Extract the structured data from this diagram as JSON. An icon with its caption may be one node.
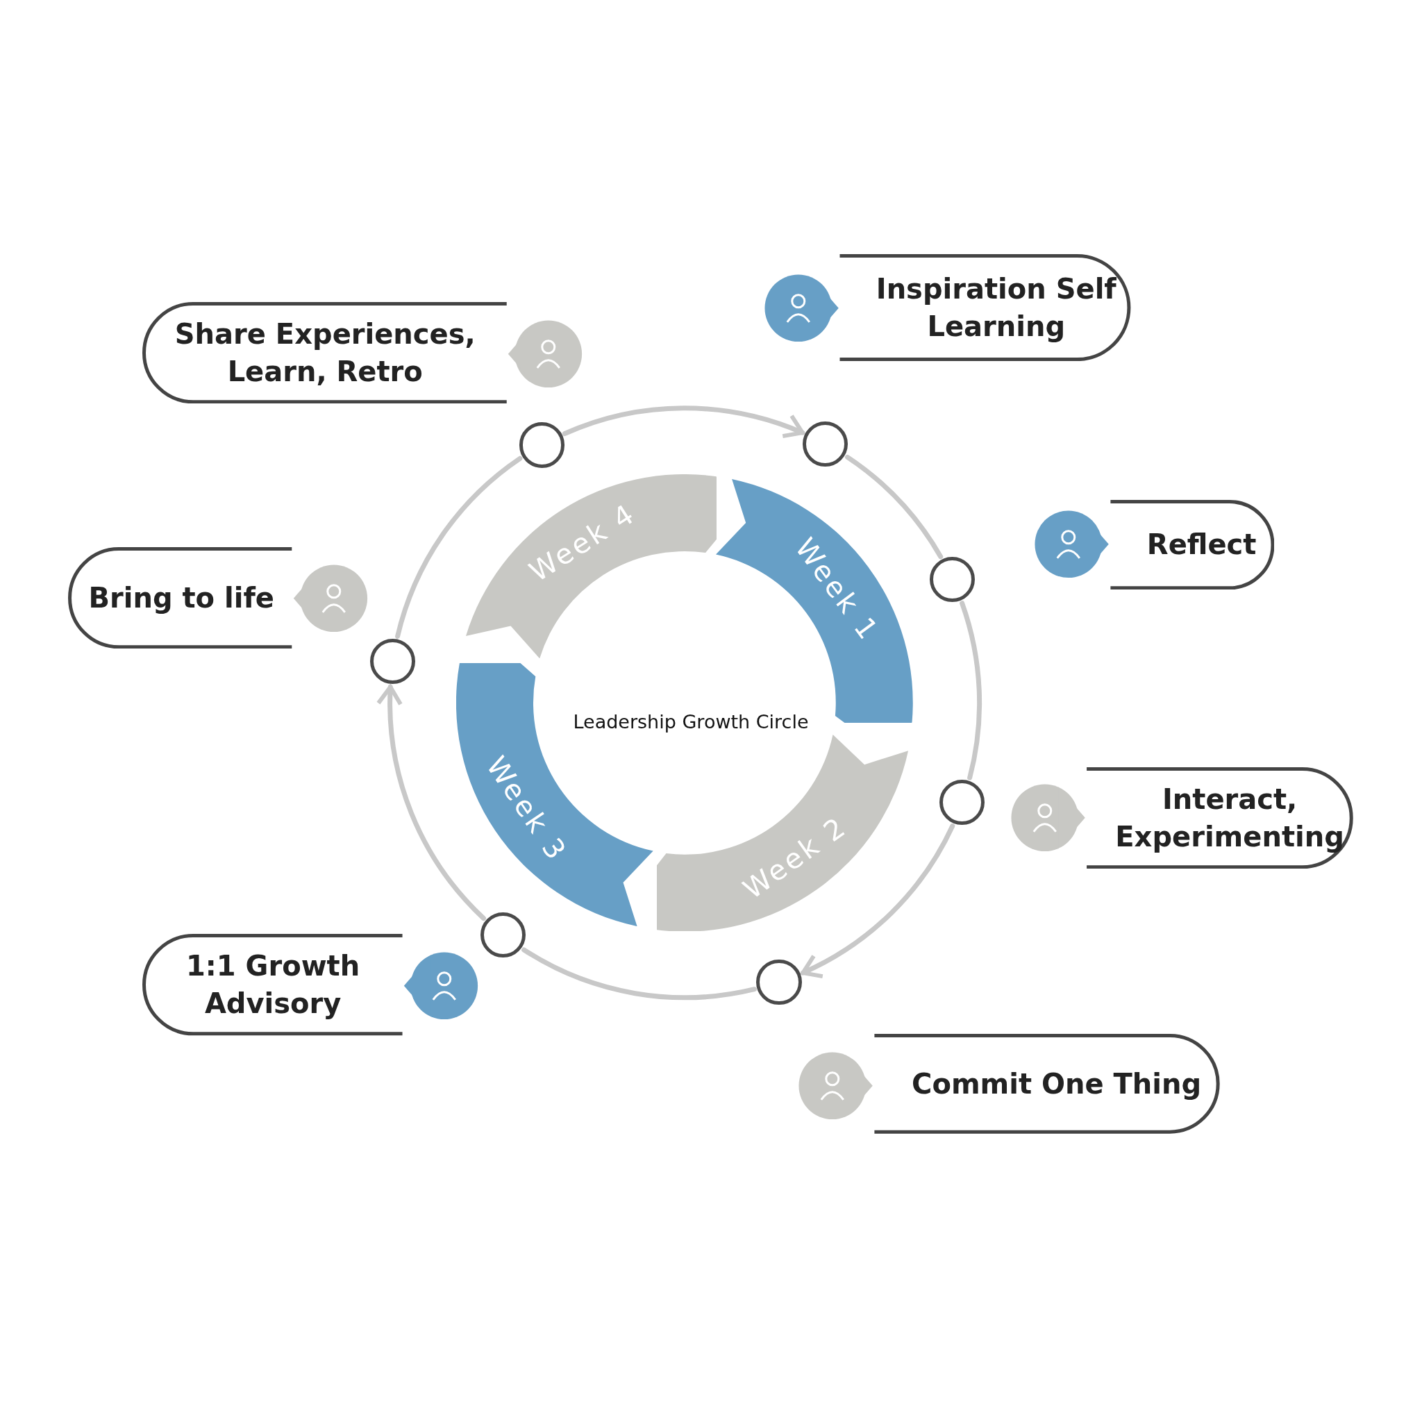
{
  "diagram": {
    "nodes": [
      {
        "text": [
          "Inspiration Self Learning"
        ]
      },
      {
        "text": [
          "Share Experiences, Learn, Retro"
        ]
      },
      {
        "text": [
          "Reflect"
        ]
      },
      {
        "text": [
          "Bring to life"
        ]
      },
      {
        "text": [
          "Interact, Experimenting"
        ]
      },
      {
        "text": [
          "1:1 Growth Advisory"
        ]
      },
      {
        "text": [
          "Commit One Thing"
        ]
      },
      {
        "text": [
          "Week 4"
        ]
      },
      {
        "text": [
          "Week 1"
        ]
      },
      {
        "text": [
          "Week 3"
        ]
      },
      {
        "text": [
          "Week 2"
        ]
      },
      {
        "text": [],
        "shape": "circle"
      },
      {
        "text": [],
        "shape": "circle"
      },
      {
        "text": [],
        "shape": "circle"
      },
      {
        "text": [],
        "shape": "circle"
      },
      {
        "text": [],
        "shape": "circle"
      },
      {
        "text": [],
        "shape": "circle"
      },
      {
        "text": [],
        "shape": "circle"
      }
    ],
    "edges": [
      {
        "from": 12,
        "to": 11,
        "arrow": "to"
      },
      {
        "from": 11,
        "to": 13,
        "arrow": "none"
      },
      {
        "from": 13,
        "to": 15,
        "arrow": "none"
      },
      {
        "from": 15,
        "to": 17,
        "arrow": "to"
      },
      {
        "from": 17,
        "to": 16,
        "arrow": "none"
      },
      {
        "from": 16,
        "to": 14,
        "arrow": "to"
      },
      {
        "from": 14,
        "to": 12,
        "arrow": "none"
      }
    ],
    "labels": [
      "Leadership Growth Circle"
    ]
  }
}
